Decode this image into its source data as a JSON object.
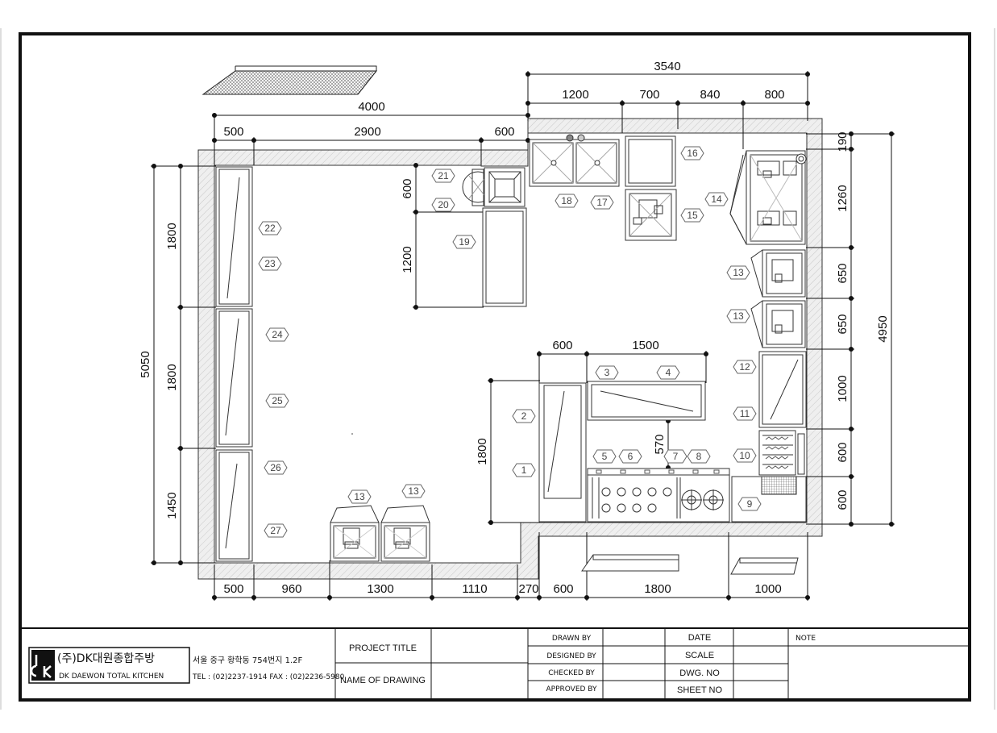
{
  "dimensions": {
    "top_overall": "3540",
    "top_1200": "1200",
    "top_700": "700",
    "top_840": "840",
    "top_800": "800",
    "left_overall": "4000",
    "left_500": "500",
    "left_2900": "2900",
    "left_600": "600",
    "right_190": "190",
    "right_1260": "1260",
    "right_650a": "650",
    "right_650b": "650",
    "right_1000": "1000",
    "right_600a": "600",
    "right_600b": "600",
    "right_overall": "4950",
    "west_overall": "5050",
    "west_1800a": "1800",
    "west_1800b": "1800",
    "west_1450": "1450",
    "mid_600v": "600",
    "mid_1200v": "1200",
    "island_600": "600",
    "island_1500": "1500",
    "island_1800v": "1800",
    "island_570": "570",
    "bottom_500": "500",
    "bottom_960": "960",
    "bottom_1300": "1300",
    "bottom_1110": "1110",
    "bottom_270": "270",
    "bottom_600": "600",
    "bottom_1800": "1800",
    "bottom_1000": "1000"
  },
  "tags": {
    "t1": "1",
    "t2": "2",
    "t3": "3",
    "t4": "4",
    "t5": "5",
    "t6": "6",
    "t7": "7",
    "t8": "8",
    "t9": "9",
    "t10": "10",
    "t11": "11",
    "t12": "12",
    "t13a": "13",
    "t13b": "13",
    "t13c": "13",
    "t13d": "13",
    "t14": "14",
    "t15": "15",
    "t16": "16",
    "t17": "17",
    "t18": "18",
    "t19": "19",
    "t20": "20",
    "t21": "21",
    "t22": "22",
    "t23": "23",
    "t24": "24",
    "t25": "25",
    "t26": "26",
    "t27": "27"
  },
  "title_block": {
    "company_ko": "(주)DK대원종합주방",
    "company_en": "DK DAEWON TOTAL KITCHEN",
    "address": "서울 중구 황학동 754번지 1.2F",
    "tel": "TEL : (02)2237-1914 FAX : (02)2236-5980",
    "project_title": "PROJECT TITLE",
    "name_of_drawing": "NAME OF DRAWING",
    "drawn_by": "DRAWN BY",
    "designed_by": "DESIGNED BY",
    "checked_by": "CHECKED BY",
    "approved_by": "APPROVED BY",
    "date": "DATE",
    "scale": "SCALE",
    "dwg_no": "DWG. NO",
    "sheet_no": "SHEET NO",
    "note": "NOTE"
  },
  "colors": {
    "line": "#111111",
    "wall_fill": "#e8e8e8",
    "tag": "#555555"
  }
}
